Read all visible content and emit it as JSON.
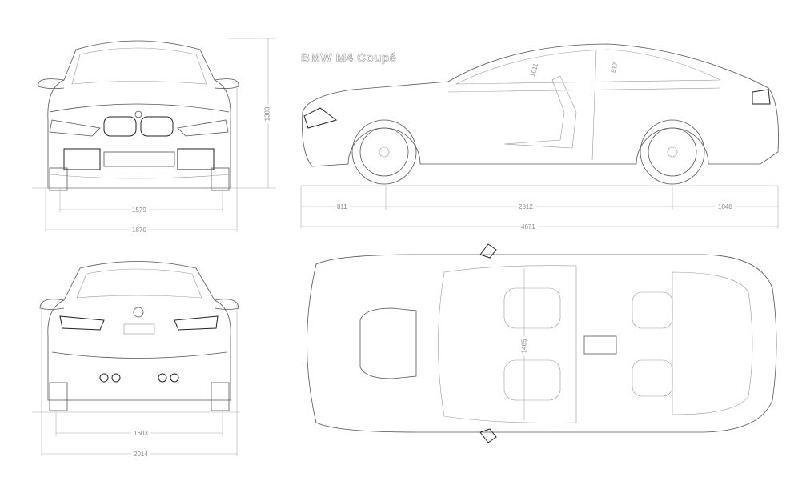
{
  "title": "BMW M4 Coupé",
  "dimensions": {
    "front_track": "1579",
    "front_width": "1870",
    "height": "1383",
    "front_overhang": "811",
    "wheelbase": "2812",
    "rear_overhang": "1048",
    "length": "4671",
    "front_headroom": "1011",
    "rear_headroom": "917",
    "interior_width": "1465",
    "rear_track": "1603",
    "width_mirrors": "2014"
  }
}
